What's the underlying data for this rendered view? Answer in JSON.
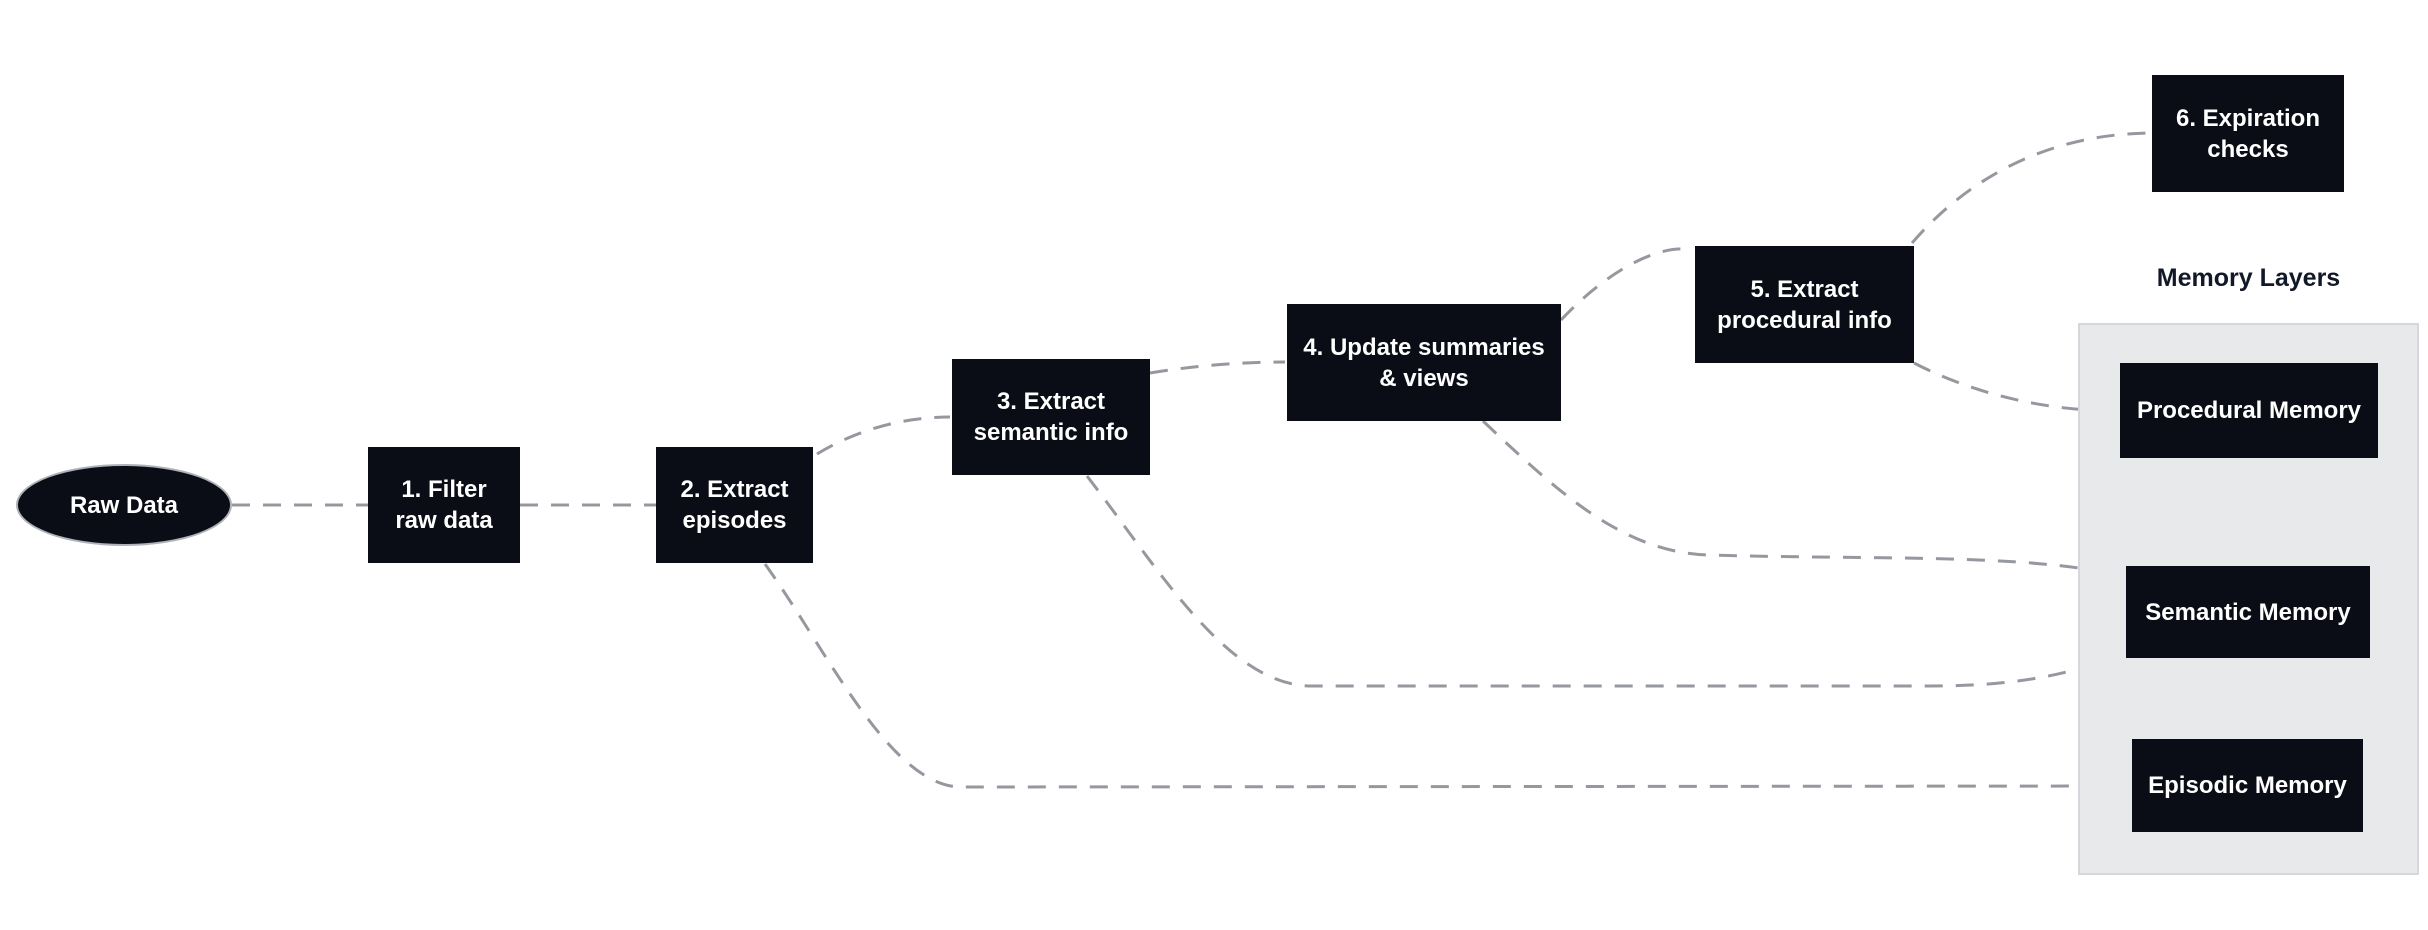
{
  "diagram": {
    "title": "Memory Layers",
    "nodes": {
      "raw_data": {
        "label": "Raw Data",
        "shape": "ellipse"
      },
      "step1": {
        "label": "1. Filter\nraw data",
        "shape": "rect"
      },
      "step2": {
        "label": "2. Extract\nepisodes",
        "shape": "rect"
      },
      "step3": {
        "label": "3. Extract\nsemantic info",
        "shape": "rect"
      },
      "step4": {
        "label": "4. Update summaries\n& views",
        "shape": "rect"
      },
      "step5": {
        "label": "5. Extract\nprocedural info",
        "shape": "rect"
      },
      "step6": {
        "label": "6. Expiration\nchecks",
        "shape": "rect"
      },
      "procedural_memory": {
        "label": "Procedural Memory",
        "shape": "rect",
        "group": "Memory Layers"
      },
      "semantic_memory": {
        "label": "Semantic Memory",
        "shape": "rect",
        "group": "Memory Layers"
      },
      "episodic_memory": {
        "label": "Episodic Memory",
        "shape": "rect",
        "group": "Memory Layers"
      }
    },
    "edges": [
      {
        "from": "raw_data",
        "to": "step1",
        "style": "dashed"
      },
      {
        "from": "step1",
        "to": "step2",
        "style": "dashed"
      },
      {
        "from": "step2",
        "to": "step3",
        "style": "dashed"
      },
      {
        "from": "step3",
        "to": "step4",
        "style": "dashed"
      },
      {
        "from": "step4",
        "to": "step5",
        "style": "dashed"
      },
      {
        "from": "step5",
        "to": "step6",
        "style": "dashed"
      },
      {
        "from": "step5",
        "to": "procedural_memory",
        "style": "dashed"
      },
      {
        "from": "step4",
        "to": "semantic_memory",
        "style": "dashed"
      },
      {
        "from": "step3",
        "to": "semantic_memory",
        "style": "dashed"
      },
      {
        "from": "step2",
        "to": "episodic_memory",
        "style": "dashed"
      }
    ],
    "colors": {
      "node_fill": "#0a0d15",
      "node_text": "#ffffff",
      "edge": "#96989f",
      "panel_fill": "#e8e9eb",
      "panel_border": "#d5d7dc",
      "title_text": "#111827",
      "ellipse_stroke": "#aeb2b9",
      "background": "#ffffff"
    }
  }
}
